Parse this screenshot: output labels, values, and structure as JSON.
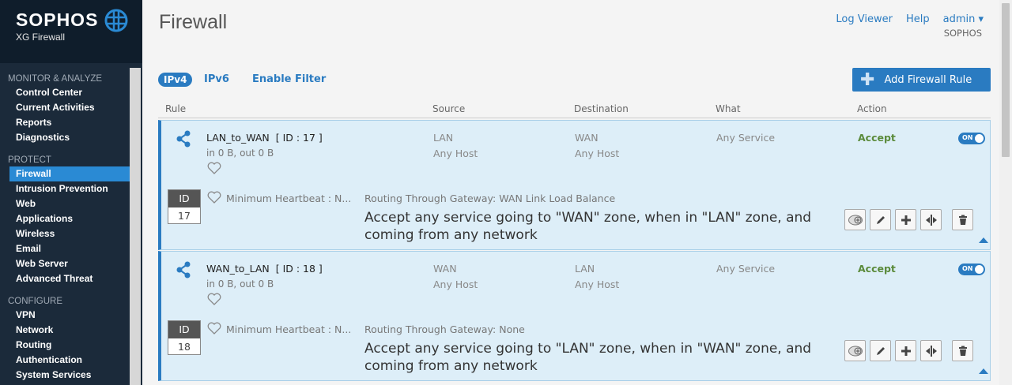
{
  "brand": {
    "name": "SOPHOS",
    "product": "XG Firewall"
  },
  "sidebar": {
    "sections": [
      {
        "header": "MONITOR & ANALYZE",
        "items": [
          "Control Center",
          "Current Activities",
          "Reports",
          "Diagnostics"
        ]
      },
      {
        "header": "PROTECT",
        "items": [
          "Firewall",
          "Intrusion Prevention",
          "Web",
          "Applications",
          "Wireless",
          "Email",
          "Web Server",
          "Advanced Threat"
        ]
      },
      {
        "header": "CONFIGURE",
        "items": [
          "VPN",
          "Network",
          "Routing",
          "Authentication",
          "System Services"
        ]
      }
    ],
    "active_item": "Firewall"
  },
  "header": {
    "title": "Firewall",
    "links": {
      "log_viewer": "Log Viewer",
      "help": "Help",
      "admin": "admin ▾"
    },
    "org": "SOPHOS"
  },
  "toolbar": {
    "tabs": [
      "IPv4",
      "IPv6"
    ],
    "active_tab": "IPv4",
    "filter": "Enable Filter",
    "add_button": "Add Firewall Rule"
  },
  "table": {
    "columns": [
      "Rule",
      "Source",
      "Destination",
      "What",
      "Action"
    ],
    "rules": [
      {
        "name": "LAN_to_WAN",
        "id_label": "[ ID : 17 ]",
        "traffic": "in 0 B, out 0 B",
        "source_zone": "LAN",
        "source_host": "Any Host",
        "dest_zone": "WAN",
        "dest_host": "Any Host",
        "what": "Any Service",
        "action": "Accept",
        "toggle": "ON",
        "id_head": "ID",
        "id": "17",
        "heartbeat": "Minimum Heartbeat : N...",
        "gateway": "Routing Through Gateway: WAN Link Load Balance",
        "description": "Accept any service going to \"WAN\" zone, when in \"LAN\" zone, and coming from any network"
      },
      {
        "name": "WAN_to_LAN",
        "id_label": "[ ID : 18 ]",
        "traffic": "in 0 B, out 0 B",
        "source_zone": "WAN",
        "source_host": "Any Host",
        "dest_zone": "LAN",
        "dest_host": "Any Host",
        "what": "Any Service",
        "action": "Accept",
        "toggle": "ON",
        "id_head": "ID",
        "id": "18",
        "heartbeat": "Minimum Heartbeat : N...",
        "gateway": "Routing Through Gateway: None",
        "description": "Accept any service going to \"LAN\" zone, when in \"WAN\" zone, and coming from any network"
      }
    ]
  },
  "colors": {
    "accent": "#2a7bc1",
    "sidebar_bg": "#1b2a3a",
    "accept": "#5a8a3a",
    "rule_bg": "#ddeef8"
  }
}
